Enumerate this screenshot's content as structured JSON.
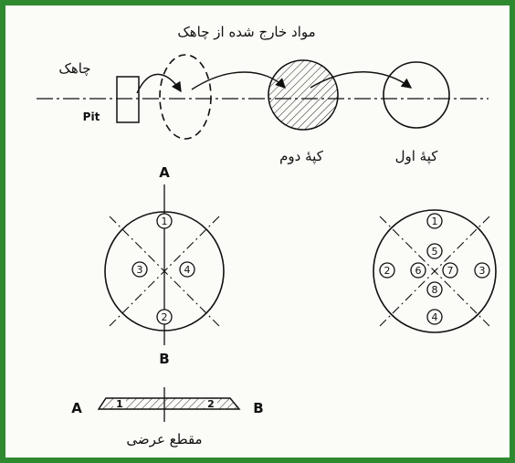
{
  "labels": {
    "removed_material": "مواد خارج شده از چاهک",
    "pit_fa": "چاهک",
    "pit_en": "Pit",
    "second_ball": "کپهٔ دوم",
    "first_ball": "کپهٔ اول",
    "top_letter": "A",
    "bottom_letter": "B",
    "section_a": "A",
    "section_b": "B",
    "cross_section": "مقطع عرضی"
  },
  "left_circle_numbers": [
    "1",
    "3",
    "4",
    "2"
  ],
  "right_circle_numbers": [
    "1",
    "5",
    "2",
    "6",
    "7",
    "3",
    "8",
    "4"
  ],
  "section_numbers": [
    "1",
    "2"
  ],
  "colors": {
    "frame": "#2f8a2f",
    "ink": "#111111"
  }
}
